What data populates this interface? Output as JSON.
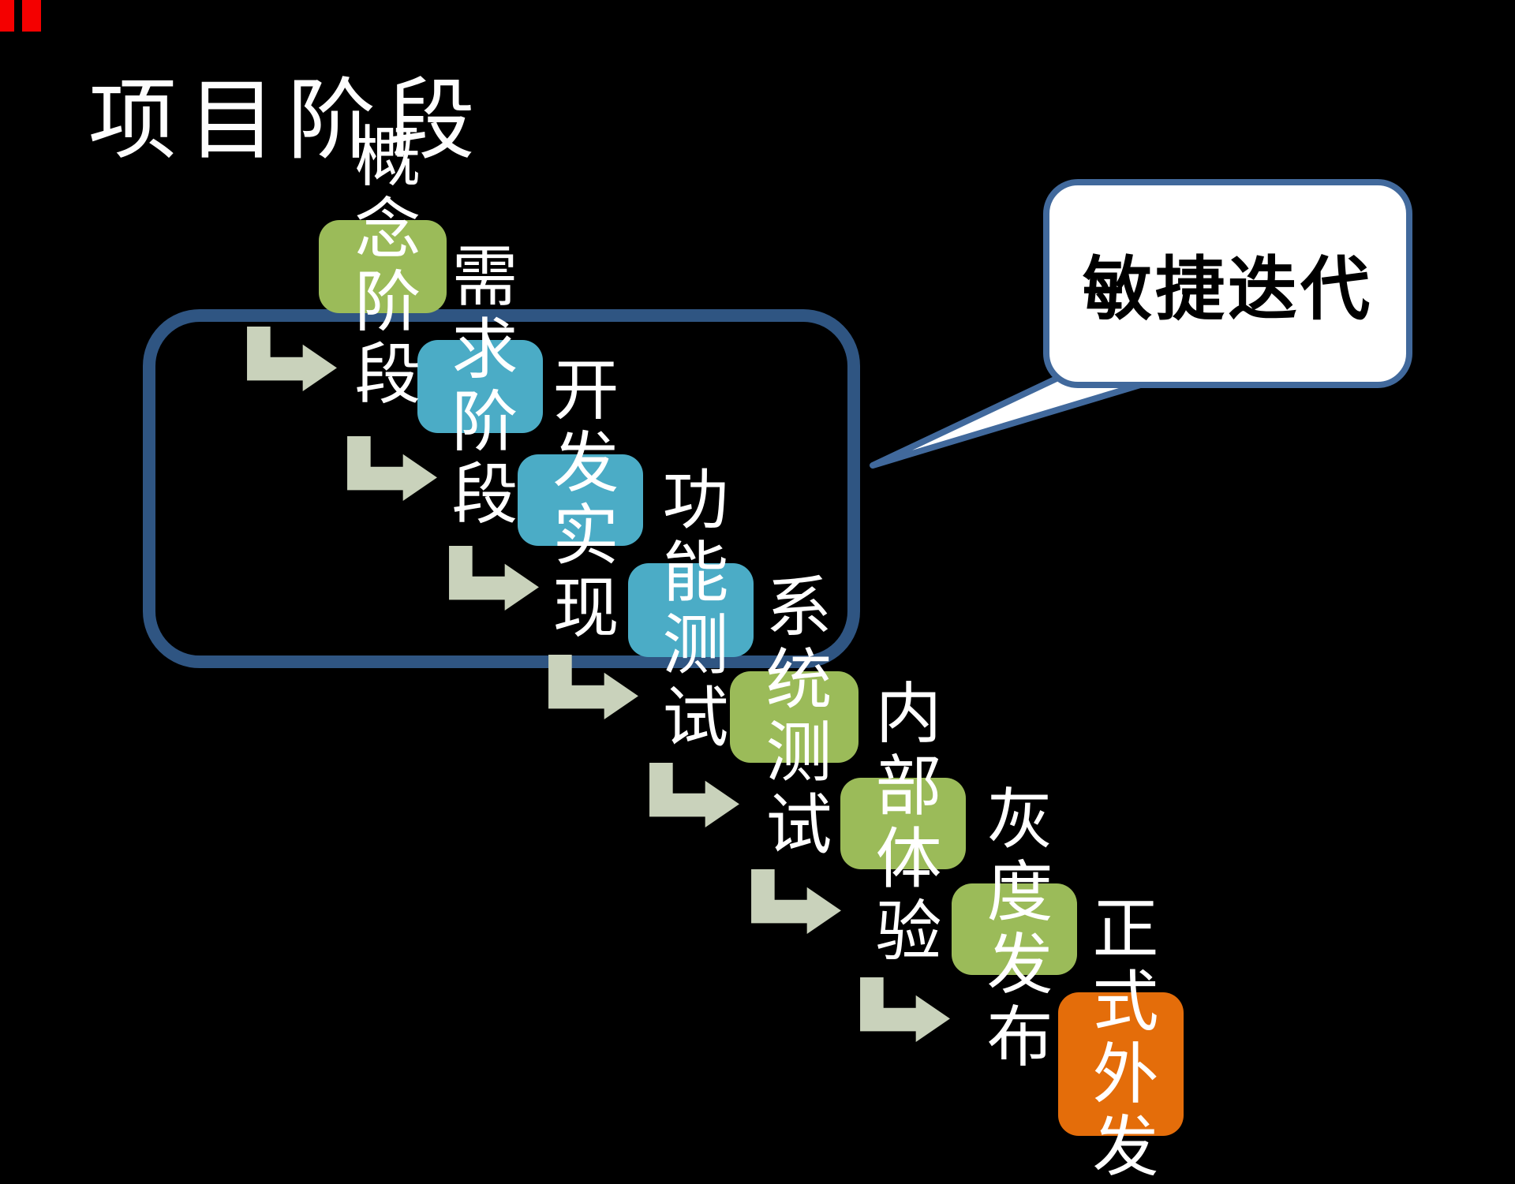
{
  "slide": {
    "title": "项目阶段",
    "callout": {
      "label": "敏捷迭代"
    },
    "phases": [
      {
        "label": "概念阶段",
        "color": "green"
      },
      {
        "label": "需求阶段",
        "color": "teal"
      },
      {
        "label": "开发实现",
        "color": "teal"
      },
      {
        "label": "功能测试",
        "color": "teal"
      },
      {
        "label": "系统测试",
        "color": "green"
      },
      {
        "label": "内部体验",
        "color": "green"
      },
      {
        "label": "灰度发布",
        "color": "green"
      },
      {
        "label": "正式外发",
        "color": "orange"
      }
    ],
    "connector_icon": "elbow-arrow",
    "colors": {
      "background": "#000000",
      "green": "#9bbb59",
      "teal": "#4bacc6",
      "orange": "#e46d0a",
      "arrow": "#c9d2bb",
      "outline": "#2f5582",
      "callout_border": "#41699c",
      "callout_text": "#000000",
      "title_text": "#fdfdfd",
      "label_text": "#ffffff",
      "red_mark": "#f40000"
    }
  }
}
